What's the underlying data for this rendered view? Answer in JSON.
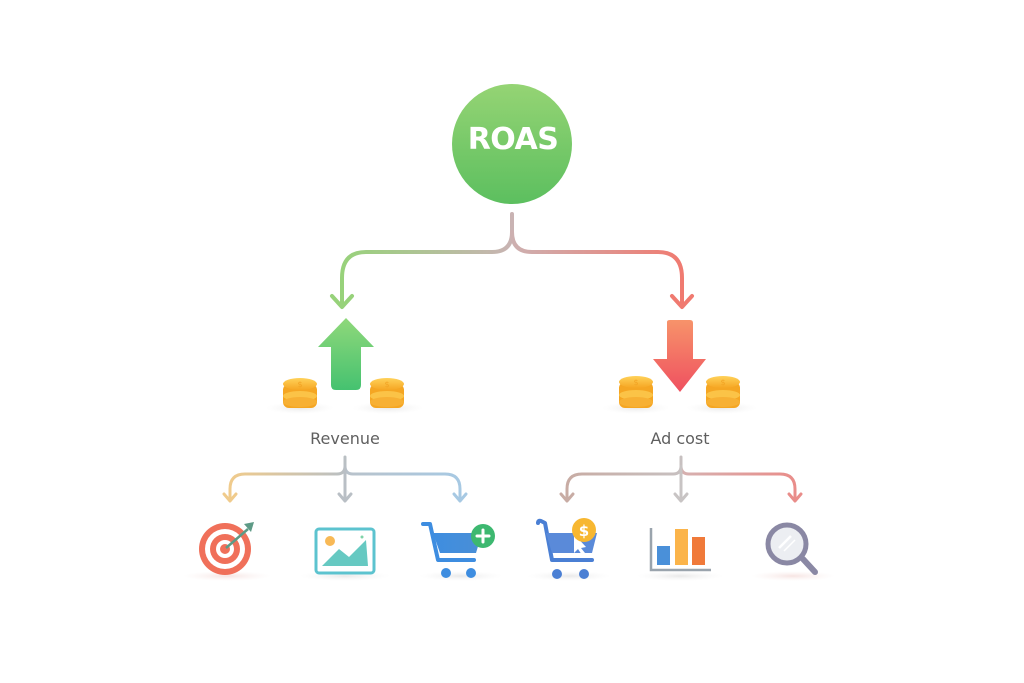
{
  "root": {
    "label": "ROAS",
    "color": "#6cc766"
  },
  "branches": [
    {
      "label": "Revenue",
      "direction": "up",
      "arrow_icon": "up-arrow-icon",
      "color": "#5ccb6f",
      "children": [
        {
          "icon": "target-icon"
        },
        {
          "icon": "image-ad-icon"
        },
        {
          "icon": "add-to-cart-icon"
        }
      ]
    },
    {
      "label": "Ad cost",
      "direction": "down",
      "arrow_icon": "down-arrow-icon",
      "color": "#f06060",
      "children": [
        {
          "icon": "cart-click-cost-icon"
        },
        {
          "icon": "bar-chart-icon"
        },
        {
          "icon": "magnifier-icon"
        }
      ]
    }
  ]
}
